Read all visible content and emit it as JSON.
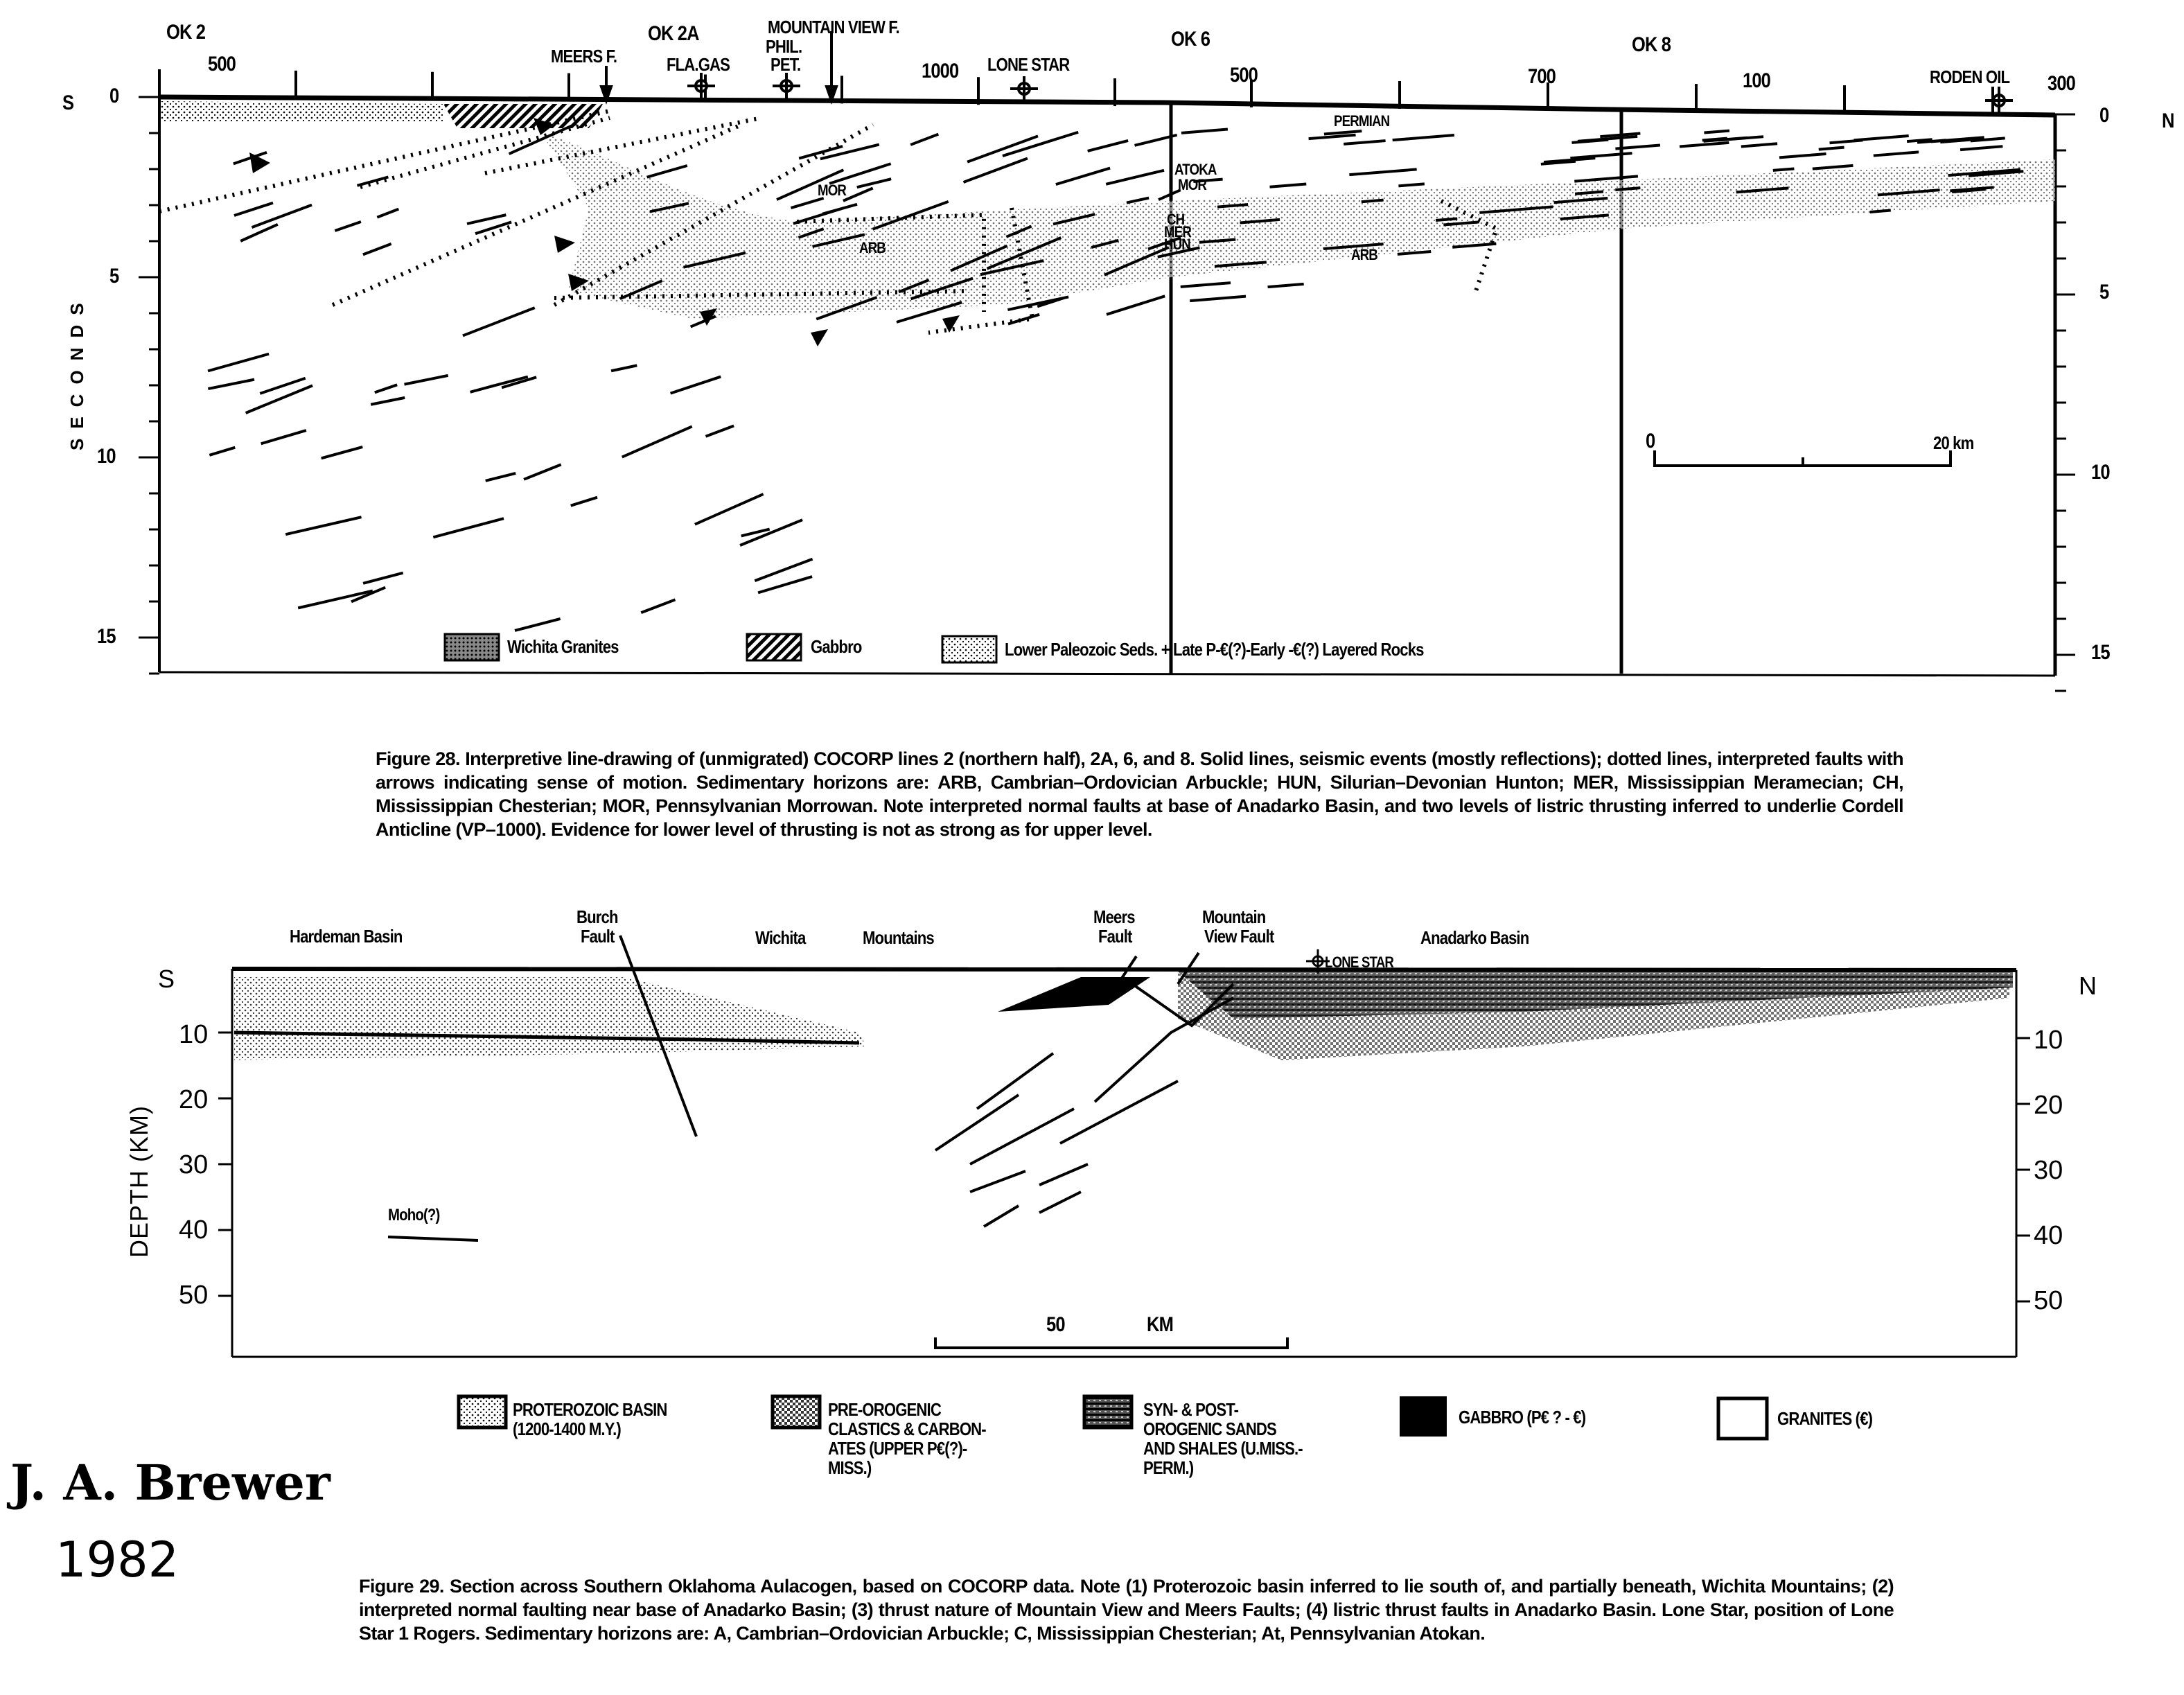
{
  "figure28": {
    "line_labels": [
      "OK 2",
      "OK 2A",
      "OK 6",
      "OK 8"
    ],
    "vp_ticks": [
      "500",
      "1000",
      "500",
      "700",
      "100",
      "300"
    ],
    "well_labels": {
      "meers": "MEERS F.",
      "fla_gas": "FLA.GAS",
      "phil": "PHIL.",
      "pet": "PET.",
      "mountain_view": "MOUNTAIN VIEW F.",
      "lone_star": "LONE STAR",
      "roden": "RODEN OIL"
    },
    "south": "S",
    "north": "N",
    "y_axis_label": "SECONDS",
    "y_ticks_left": [
      "0",
      "5",
      "10",
      "15"
    ],
    "y_ticks_right": [
      "0",
      "5",
      "10",
      "15"
    ],
    "horizons": {
      "permian": "PERMIAN",
      "atoka": "ATOKA",
      "mor": "MOR",
      "ch": "CH",
      "mer": "MER",
      "hun": "HUN",
      "arb": "ARB",
      "mor2": "MOR",
      "arb2": "ARB"
    },
    "scale": {
      "start": "0",
      "end": "20 km"
    },
    "legend": [
      "Wichita Granites",
      "Gabbro",
      "Lower Paleozoic Seds. + Late P-€(?)-Early -€(?) Layered Rocks"
    ],
    "caption": "Figure 28. Interpretive line-drawing of (unmigrated) COCORP lines 2 (northern half), 2A, 6, and 8. Solid lines, seismic events (mostly reflections); dotted lines, interpreted faults with arrows indicating sense of motion. Sedimentary horizons are: ARB, Cambrian–Ordovician Arbuckle; HUN, Silurian–Devonian Hunton; MER, Mississippian Meramecian; CH, Mississippian Chesterian; MOR, Pennsylvanian Morrowan. Note interpreted normal faults at base of Anadarko Basin, and two levels of listric thrusting inferred to underlie Cordell Anticline (VP–1000). Evidence for lower level of thrusting is not as strong as for upper level."
  },
  "figure29": {
    "labels": {
      "hardeman": "Hardeman Basin",
      "burch1": "Burch",
      "burch2": "Fault",
      "wichita": "Wichita",
      "mountains": "Mountains",
      "meers1": "Meers",
      "meers2": "Fault",
      "mv1": "Mountain",
      "mv2": "View Fault",
      "anadarko": "Anadarko Basin",
      "lone_star": "LONE STAR",
      "moho": "Moho(?)"
    },
    "south": "S",
    "north": "N",
    "y_axis_label": "DEPTH (KM)",
    "y_ticks_left": [
      "10",
      "20",
      "30",
      "40",
      "50"
    ],
    "y_ticks_right": [
      "10",
      "20",
      "30",
      "40",
      "50"
    ],
    "scale": {
      "value": "50",
      "unit": "KM"
    },
    "legend": [
      {
        "line1": "PROTEROZOIC BASIN",
        "line2": "(1200-1400 M.Y.)"
      },
      {
        "line1": "PRE-OROGENIC",
        "line2": "CLASTICS & CARBON-",
        "line3": "ATES (UPPER P€(?)-",
        "line4": "MISS.)"
      },
      {
        "line1": "SYN- & POST-",
        "line2": "OROGENIC SANDS",
        "line3": "AND SHALES (U.MISS.-",
        "line4": "PERM.)"
      },
      {
        "line1": "GABBRO (P€ ? - €)"
      },
      {
        "line1": "GRANITES (€)"
      }
    ],
    "caption": "Figure 29. Section across Southern Oklahoma Aulacogen, based on COCORP data. Note (1) Proterozoic basin inferred to lie south of, and partially beneath, Wichita Mountains; (2) interpreted normal faulting near base of Anadarko Basin; (3) thrust nature of Mountain View and Meers Faults; (4) listric thrust faults in Anadarko Basin. Lone Star, position of Lone Star 1 Rogers. Sedimentary horizons are: A, Cambrian–Ordovician Arbuckle; C, Mississippian Chesterian; At, Pennsylvanian Atokan."
  },
  "attribution": {
    "author": "J. A. Brewer",
    "year": "1982"
  }
}
